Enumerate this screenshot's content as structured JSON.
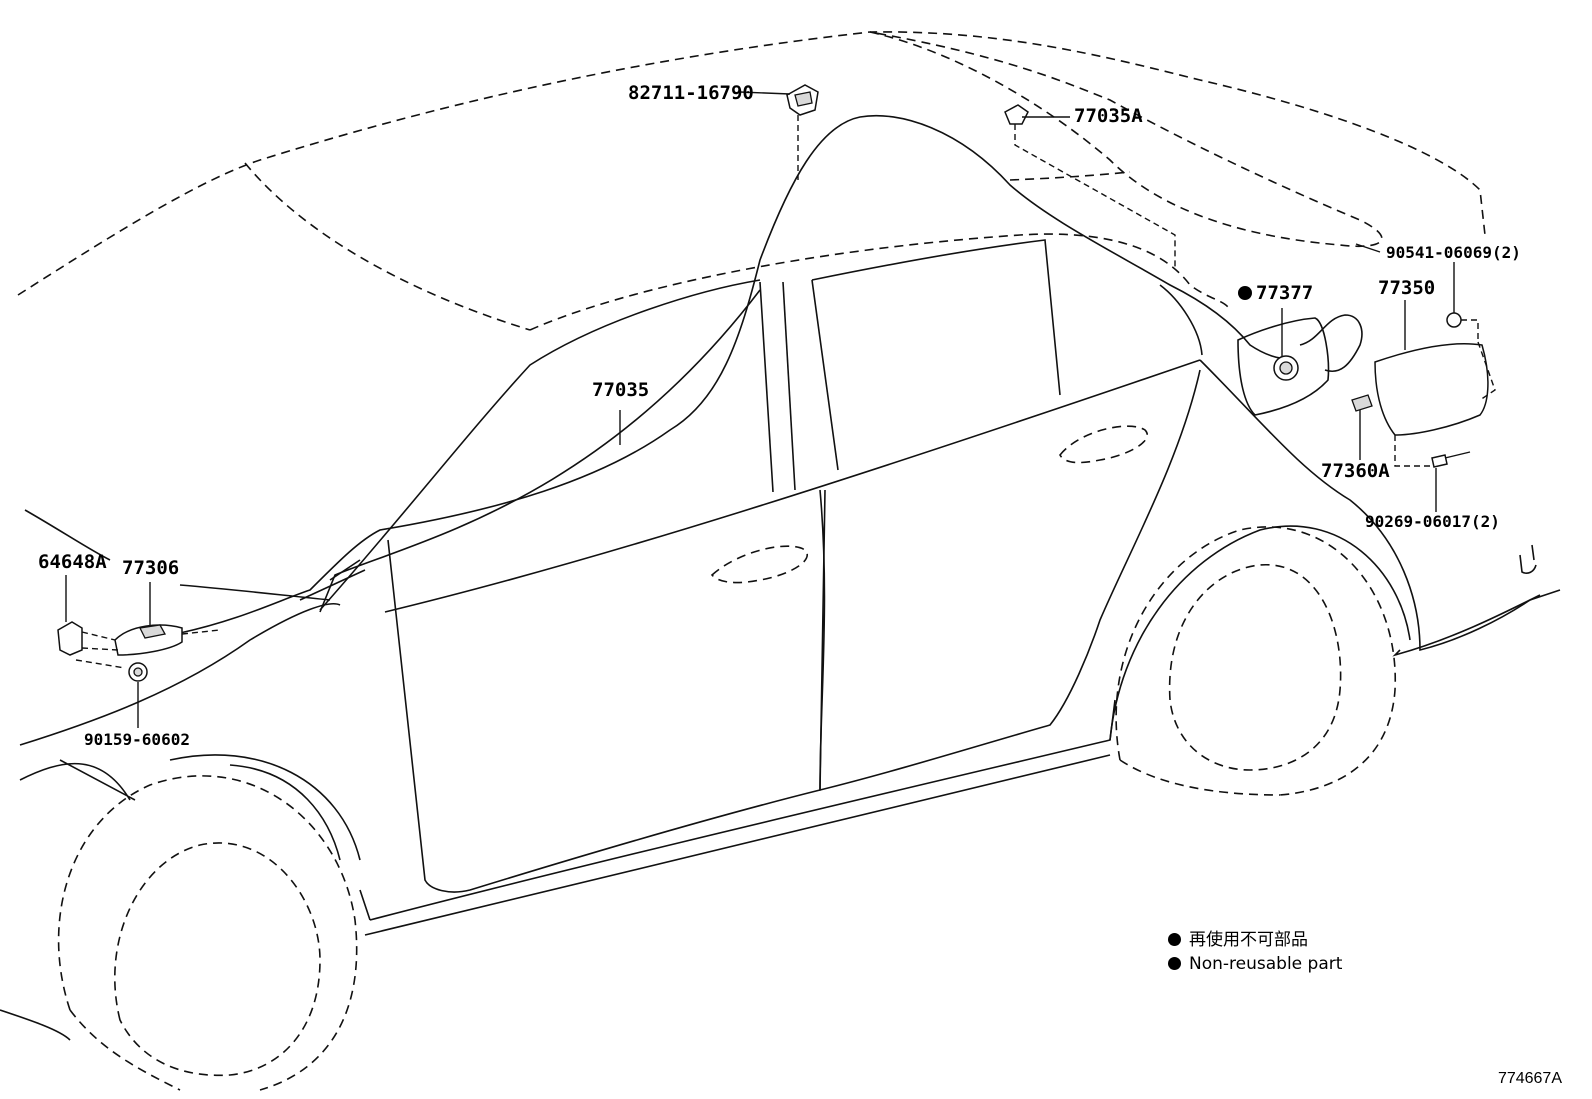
{
  "parts": [
    {
      "id": "p1",
      "number": "82711-16790"
    },
    {
      "id": "p2",
      "number": "77035A"
    },
    {
      "id": "p3",
      "number": "90541-06069(2)"
    },
    {
      "id": "p4",
      "number": "77377",
      "non_reusable": true
    },
    {
      "id": "p5",
      "number": "77350"
    },
    {
      "id": "p6",
      "number": "77035"
    },
    {
      "id": "p7",
      "number": "77360A"
    },
    {
      "id": "p8",
      "number": "90269-06017(2)"
    },
    {
      "id": "p9",
      "number": "64648A"
    },
    {
      "id": "p10",
      "number": "77306"
    },
    {
      "id": "p11",
      "number": "90159-60602"
    }
  ],
  "legend": {
    "line_ja": "再使用不可部品",
    "line_en": "Non-reusable part"
  },
  "diagram_id": "774667A",
  "colors": {
    "ink": "#111111",
    "background": "#ffffff"
  }
}
